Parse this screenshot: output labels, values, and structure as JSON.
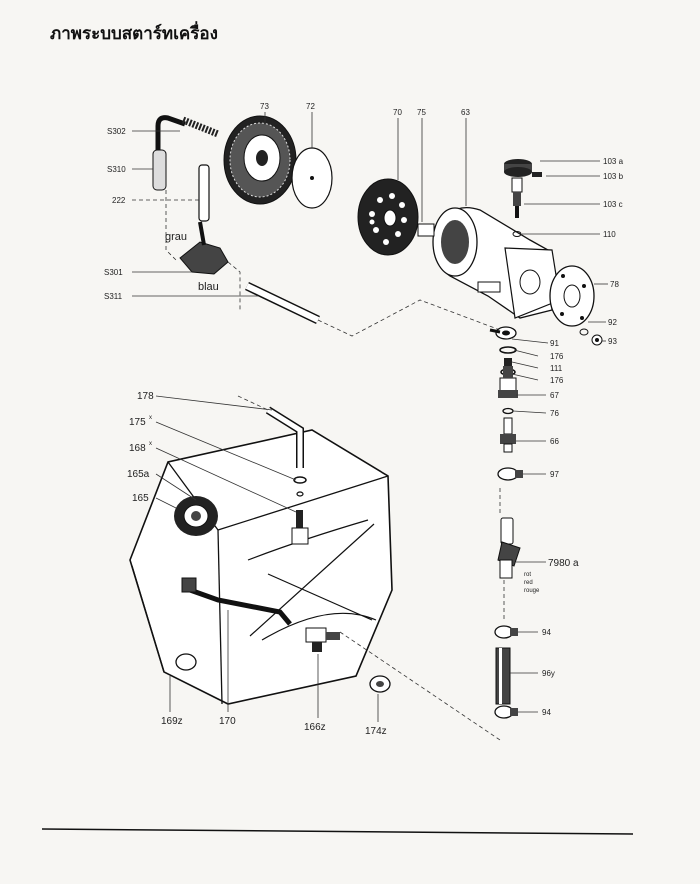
{
  "title": "ภาพระบบสตาร์ทเครื่อง",
  "labels": {
    "s302": "S302",
    "s310": "S310",
    "l222": "222",
    "grau": "grau",
    "s301": "S301",
    "blau": "blau",
    "s311": "S311",
    "l73": "73",
    "l72": "72",
    "l70": "70",
    "l75": "75",
    "l63": "63",
    "l103a": "103 a",
    "l103b": "103 b",
    "l103c": "103 c",
    "l110": "110",
    "l78": "78",
    "l92": "92",
    "l93": "93",
    "l91": "91",
    "l176a": "176",
    "l111": "111",
    "l176b": "176",
    "l67": "67",
    "l76": "76",
    "l66": "66",
    "l97": "97",
    "l178": "178",
    "l175x": "175",
    "l168x": "168",
    "l165a": "165a",
    "l165": "165",
    "l7980a": "7980 a",
    "rot": "rot",
    "red": "red",
    "rouge": "rouge",
    "l94a": "94",
    "l96y": "96y",
    "l94b": "94",
    "l169z": "169z",
    "l170": "170",
    "l166z": "166z",
    "l174z": "174z",
    "sup_x1": "x",
    "sup_x2": "x"
  }
}
